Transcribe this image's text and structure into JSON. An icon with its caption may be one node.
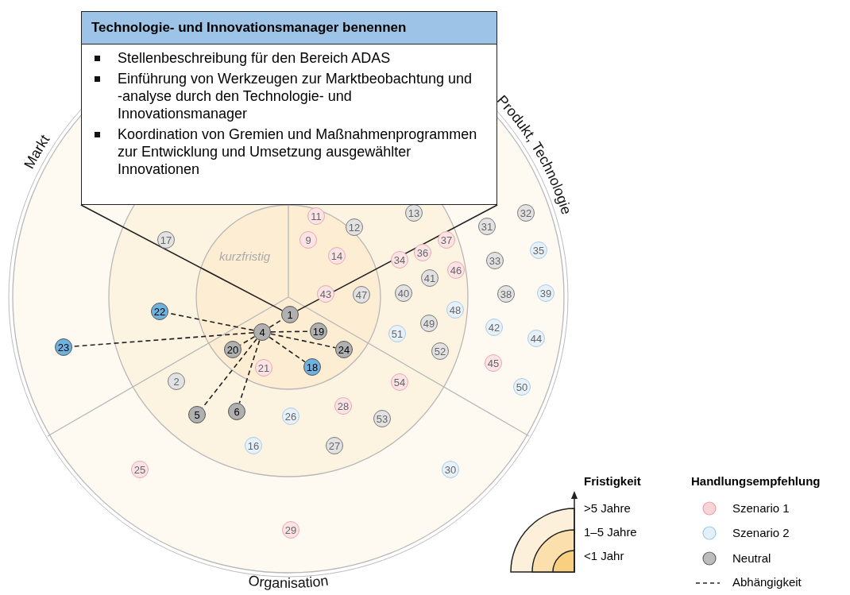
{
  "diagram": {
    "nodes": [
      {
        "text": [
          "Technologie- und Innovationsmanager benennen",
          "Stellenbeschreibung für den Bereich ADAS",
          "Einführung von Werkzeugen zur Marktbeobachtung und -analyse durch den Technologie- und Innovationsmanager",
          "Koordination von Gremien und Maßnahmenprogrammen zur Entwicklung und Umsetzung ausgewählter Innovationen"
        ]
      },
      {
        "text": [
          "1"
        ]
      },
      {
        "text": [
          "2"
        ]
      },
      {
        "text": [
          "4"
        ]
      },
      {
        "text": [
          "5"
        ]
      },
      {
        "text": [
          "6"
        ]
      },
      {
        "text": [
          "9"
        ]
      },
      {
        "text": [
          "11"
        ]
      },
      {
        "text": [
          "12"
        ]
      },
      {
        "text": [
          "13"
        ]
      },
      {
        "text": [
          "14"
        ]
      },
      {
        "text": [
          "16"
        ]
      },
      {
        "text": [
          "17"
        ]
      },
      {
        "text": [
          "18"
        ]
      },
      {
        "text": [
          "19"
        ]
      },
      {
        "text": [
          "20"
        ]
      },
      {
        "text": [
          "21"
        ]
      },
      {
        "text": [
          "22"
        ]
      },
      {
        "text": [
          "23"
        ]
      },
      {
        "text": [
          "24"
        ]
      },
      {
        "text": [
          "25"
        ]
      },
      {
        "text": [
          "26"
        ]
      },
      {
        "text": [
          "27"
        ]
      },
      {
        "text": [
          "28"
        ]
      },
      {
        "text": [
          "29"
        ]
      },
      {
        "text": [
          "30"
        ]
      },
      {
        "text": [
          "31"
        ]
      },
      {
        "text": [
          "32"
        ]
      },
      {
        "text": [
          "33"
        ]
      },
      {
        "text": [
          "34"
        ]
      },
      {
        "text": [
          "35"
        ]
      },
      {
        "text": [
          "36"
        ]
      },
      {
        "text": [
          "37"
        ]
      },
      {
        "text": [
          "38"
        ]
      },
      {
        "text": [
          "39"
        ]
      },
      {
        "text": [
          "40"
        ]
      },
      {
        "text": [
          "41"
        ]
      },
      {
        "text": [
          "42"
        ]
      },
      {
        "text": [
          "43"
        ]
      },
      {
        "text": [
          "44"
        ]
      },
      {
        "text": [
          "45"
        ]
      },
      {
        "text": [
          "46"
        ]
      },
      {
        "text": [
          "47"
        ]
      },
      {
        "text": [
          "48"
        ]
      },
      {
        "text": [
          "49"
        ]
      },
      {
        "text": [
          "50"
        ]
      },
      {
        "text": [
          "51"
        ]
      },
      {
        "text": [
          "52"
        ]
      },
      {
        "text": [
          "53"
        ]
      },
      {
        "text": [
          "54"
        ]
      }
    ],
    "edges": [
      {
        "from": 0,
        "to": 1,
        "arrow": "none"
      },
      {
        "from": 0,
        "to": 1,
        "arrow": "none"
      },
      {
        "from": 3,
        "to": 1,
        "arrow": "none",
        "style": "dashed"
      },
      {
        "from": 3,
        "to": 17,
        "arrow": "none",
        "style": "dashed"
      },
      {
        "from": 3,
        "to": 18,
        "arrow": "none",
        "style": "dashed"
      },
      {
        "from": 3,
        "to": 14,
        "arrow": "none",
        "style": "dashed"
      },
      {
        "from": 3,
        "to": 19,
        "arrow": "none",
        "style": "dashed"
      },
      {
        "from": 3,
        "to": 15,
        "arrow": "none",
        "style": "dashed"
      },
      {
        "from": 3,
        "to": 4,
        "arrow": "none",
        "style": "dashed"
      },
      {
        "from": 3,
        "to": 5,
        "arrow": "none",
        "style": "dashed"
      },
      {
        "from": 3,
        "to": 13,
        "arrow": "none",
        "style": "dashed"
      }
    ],
    "labels": [
      "Markt",
      "Produkt, Technologie",
      "Organisation",
      "kurzfristig",
      "Fristigkeit",
      "Handlungsempfehlung"
    ],
    "legend": [
      {
        "text": ">5 Jahre",
        "color": "#fdf0da"
      },
      {
        "text": "1–5 Jahre",
        "color": "#fbe0ae"
      },
      {
        "text": "<1 Jahr",
        "color": "#f9d080"
      },
      {
        "text": "Szenario 1",
        "color": "#f8d3d7"
      },
      {
        "text": "Szenario 2",
        "color": "#e3f0f9"
      },
      {
        "text": "Neutral",
        "color": "#bdbdbd"
      },
      {
        "text": "Abhängigkeit"
      }
    ]
  }
}
